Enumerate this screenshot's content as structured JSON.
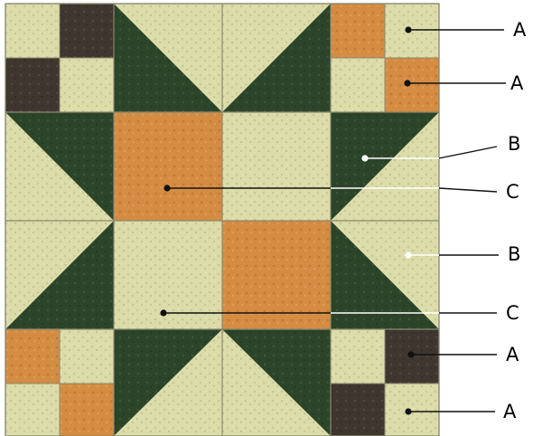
{
  "colors": {
    "cream": "#dcdcaa",
    "cream_dark": "#c9c690",
    "green": "#2c4429",
    "green_light": "#3d5a38",
    "orange": "#d48c43",
    "orange_dark": "#b8712f",
    "brown": "#3f3630",
    "brown_light": "#564a40",
    "seam": "#8a8a70",
    "leader": "#111111",
    "leader_light": "#ffffff"
  },
  "labels": {
    "row1": "A",
    "row2": "A",
    "row3": "B",
    "row4": "C",
    "row5": "B",
    "row6": "C",
    "row7": "A",
    "row8": "A"
  }
}
